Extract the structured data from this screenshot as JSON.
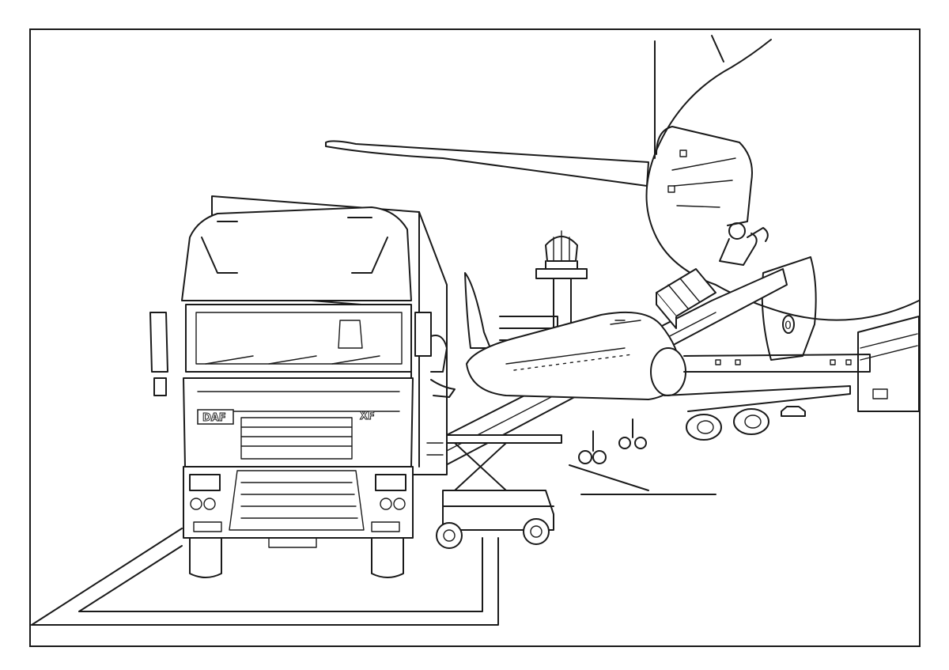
{
  "artwork": {
    "truck_brand": "DAF",
    "truck_model": "XF",
    "tail_marking": "0"
  }
}
